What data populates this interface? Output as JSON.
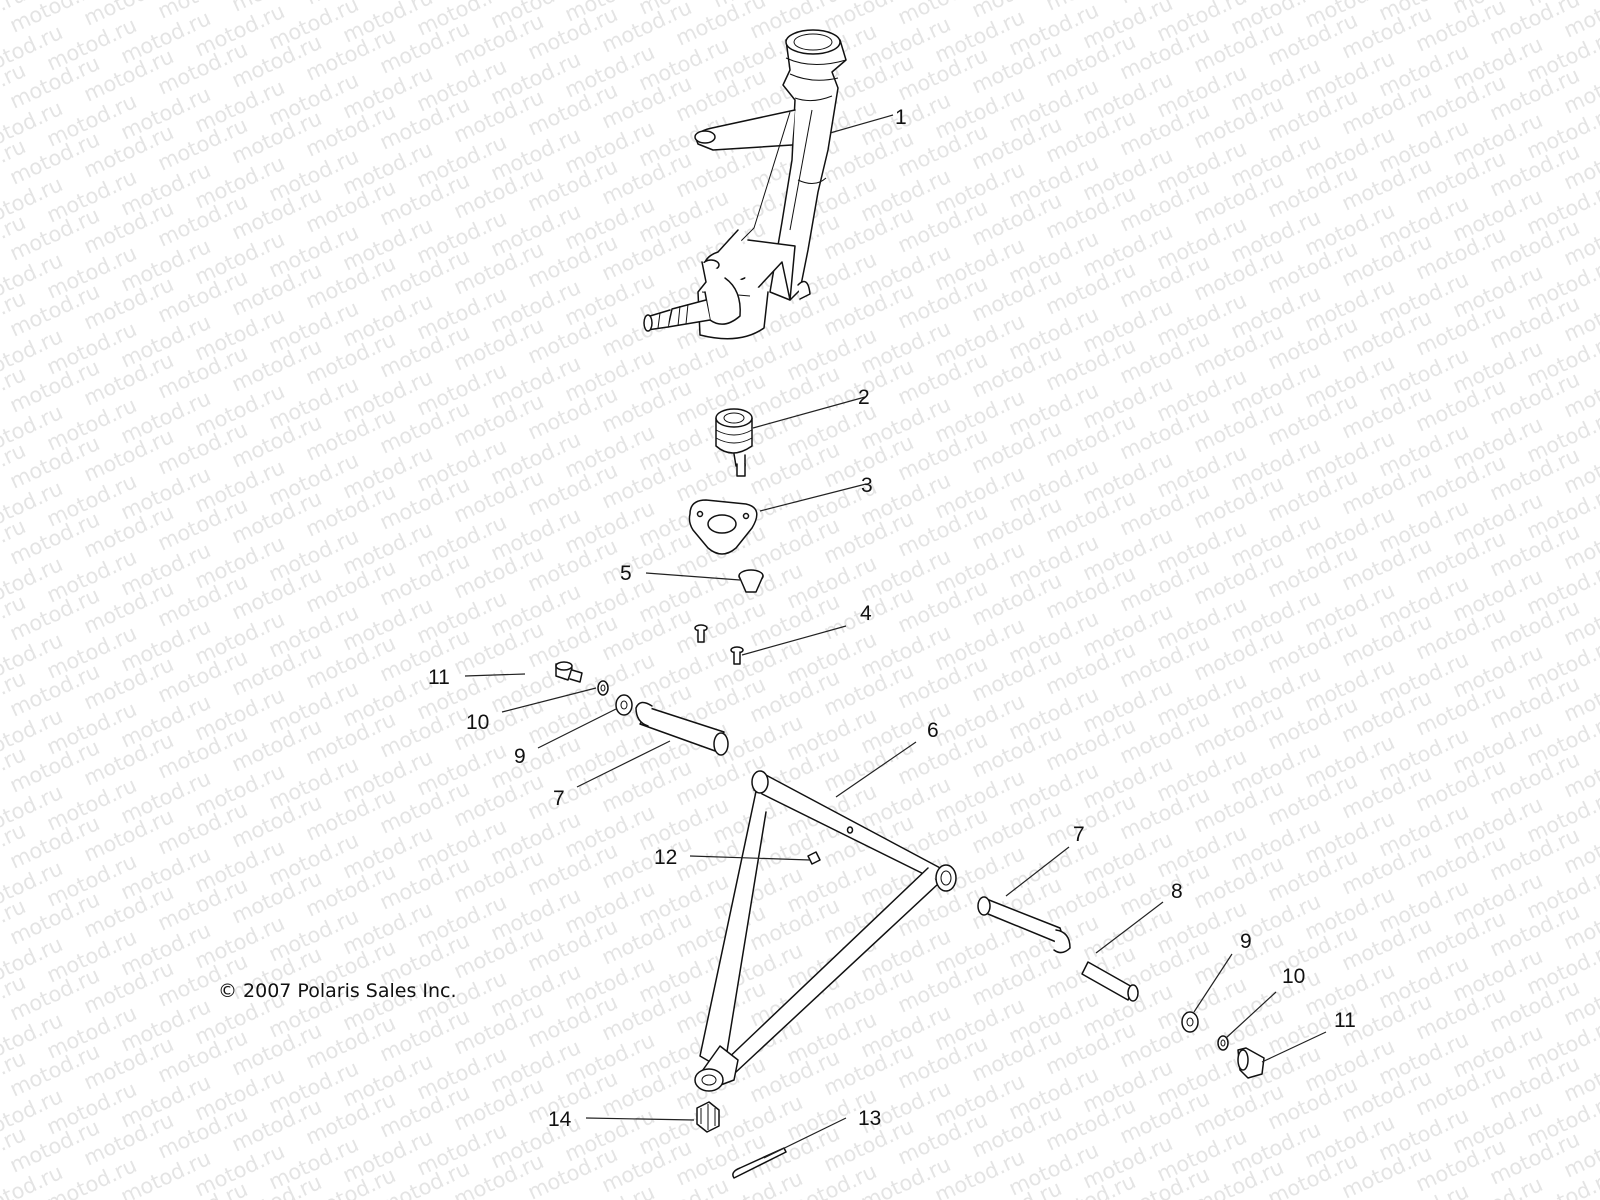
{
  "watermark_text": "motod.ru",
  "copyright": "© 2007 Polaris Sales Inc.",
  "callouts": [
    {
      "id": "c1",
      "label": "1"
    },
    {
      "id": "c2",
      "label": "2"
    },
    {
      "id": "c3",
      "label": "3"
    },
    {
      "id": "c5",
      "label": "5"
    },
    {
      "id": "c4",
      "label": "4"
    },
    {
      "id": "c11a",
      "label": "11"
    },
    {
      "id": "c10a",
      "label": "10"
    },
    {
      "id": "c9a",
      "label": "9"
    },
    {
      "id": "c7a",
      "label": "7"
    },
    {
      "id": "c6",
      "label": "6"
    },
    {
      "id": "c12",
      "label": "12"
    },
    {
      "id": "c7b",
      "label": "7"
    },
    {
      "id": "c8",
      "label": "8"
    },
    {
      "id": "c9b",
      "label": "9"
    },
    {
      "id": "c10b",
      "label": "10"
    },
    {
      "id": "c11b",
      "label": "11"
    },
    {
      "id": "c14",
      "label": "14"
    },
    {
      "id": "c13",
      "label": "13"
    }
  ]
}
